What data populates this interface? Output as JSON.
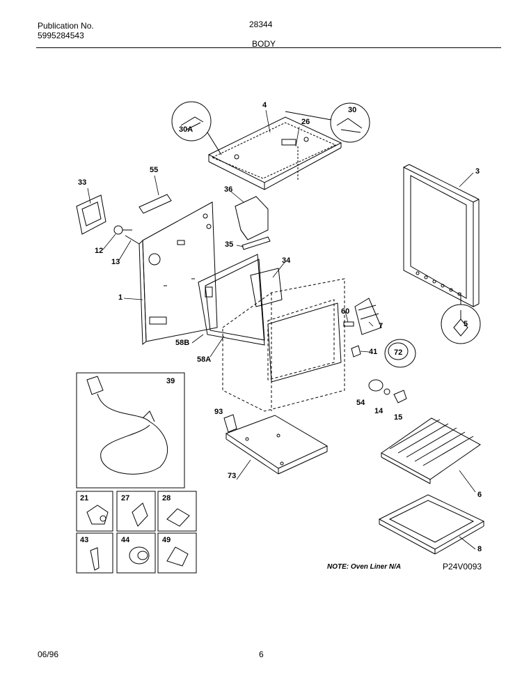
{
  "header": {
    "publication_label": "Publication No.",
    "publication_number": "5995284543",
    "model": "28344",
    "section": "BODY"
  },
  "callouts": [
    "4",
    "30",
    "30A",
    "26",
    "3",
    "55",
    "33",
    "36",
    "12",
    "13",
    "35",
    "34",
    "1",
    "60",
    "7",
    "58B",
    "41",
    "58A",
    "72",
    "5",
    "39",
    "54",
    "14",
    "15",
    "93",
    "73",
    "6",
    "21",
    "27",
    "28",
    "43",
    "44",
    "49",
    "8"
  ],
  "note": "NOTE: Oven Liner N/A",
  "diagram_code": "P24V0093",
  "footer": {
    "date": "06/96",
    "page": "6"
  }
}
